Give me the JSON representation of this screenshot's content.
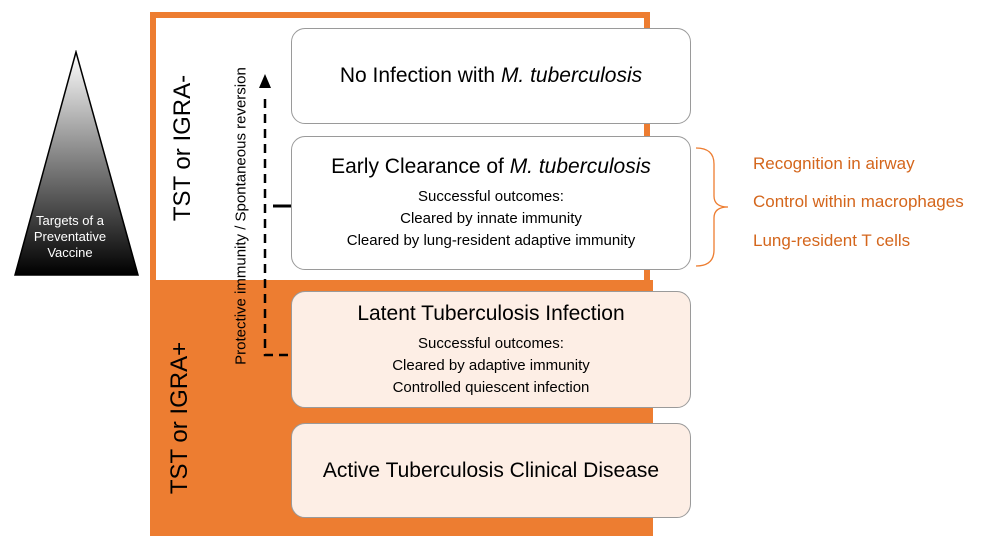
{
  "pyramid": {
    "lines": [
      "Targets of a",
      "Preventative",
      "Vaccine"
    ]
  },
  "side_labels": {
    "top": "TST or IGRA-",
    "bottom": "TST or IGRA+"
  },
  "arrow_label": "Protective immunity / Spontaneous reversion",
  "stages": {
    "no_infection": {
      "prefix": "No Infection with ",
      "italic": "M. tuberculosis"
    },
    "early_clearance": {
      "prefix": "Early Clearance of ",
      "italic": "M. tuberculosis",
      "lines": [
        "Successful outcomes:",
        "Cleared by innate immunity",
        "Cleared by lung-resident adaptive immunity"
      ]
    },
    "latent": {
      "title": "Latent Tuberculosis Infection",
      "lines": [
        "Successful outcomes:",
        "Cleared by adaptive immunity",
        "Controlled quiescent infection"
      ]
    },
    "active": {
      "title": "Active Tuberculosis Clinical Disease"
    }
  },
  "mechanisms": [
    "Recognition in airway",
    "Control within macrophages",
    "Lung-resident T cells"
  ],
  "colors": {
    "orange": "#ED7D31",
    "orange_text": "#D4661C",
    "peach": "#fdeee5"
  }
}
